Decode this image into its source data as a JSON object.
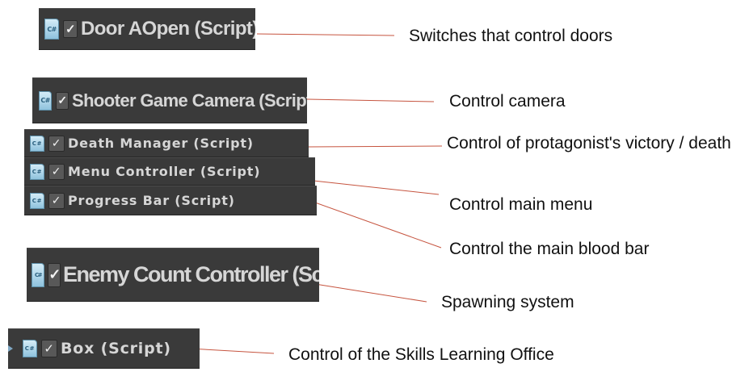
{
  "components": [
    {
      "id": "door-aopen",
      "label": "Door AOpen (Script)",
      "checked": true,
      "check_glyph": "✓",
      "icon_glyph": "C#",
      "icon": "csharp-script-icon",
      "description": "Switches that control doors"
    },
    {
      "id": "shooter-game-camera",
      "label": "Shooter Game Camera (Script)",
      "checked": true,
      "check_glyph": "✓",
      "icon_glyph": "C#",
      "icon": "csharp-script-icon",
      "description": "Control camera"
    },
    {
      "id": "death-manager",
      "label": "Death Manager (Script)",
      "checked": true,
      "check_glyph": "✓",
      "icon_glyph": "C#",
      "icon": "csharp-script-icon",
      "description": "Control of protagonist's victory / death"
    },
    {
      "id": "menu-controller",
      "label": "Menu Controller (Script)",
      "checked": true,
      "check_glyph": "✓",
      "icon_glyph": "C#",
      "icon": "csharp-script-icon",
      "description": "Control main menu"
    },
    {
      "id": "progress-bar",
      "label": "Progress Bar (Script)",
      "checked": true,
      "check_glyph": "✓",
      "icon_glyph": "C#",
      "icon": "csharp-script-icon",
      "description": "Control the main blood bar"
    },
    {
      "id": "enemy-count-controller",
      "label": "Enemy Count Controller (Script)",
      "checked": true,
      "check_glyph": "✓",
      "icon_glyph": "C#",
      "icon": "csharp-script-icon",
      "description": "Spawning system"
    },
    {
      "id": "box",
      "label": "Box (Script)",
      "checked": true,
      "check_glyph": "✓",
      "icon_glyph": "C#",
      "icon": "csharp-script-icon",
      "foldout_icon": "foldout-arrow-icon",
      "description": "Control of the Skills Learning Office"
    }
  ],
  "colors": {
    "panel_background": "#3a3a3a",
    "label_text": "#d6d6d6",
    "leader_line": "#c6543f",
    "annotation_text": "#111111",
    "script_icon": "#8fc2dd"
  }
}
